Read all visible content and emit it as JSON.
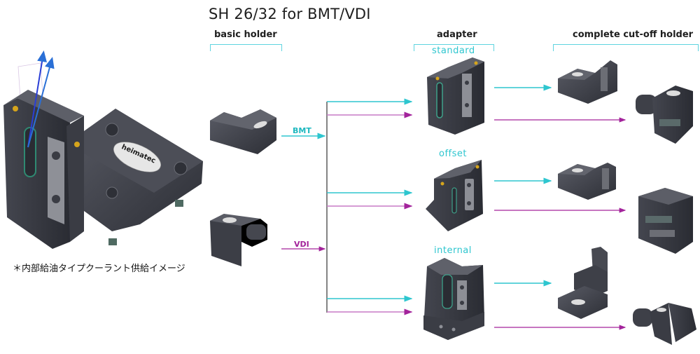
{
  "title": "SH 26/32 for BMT/VDI",
  "columns": {
    "basic_holder": "basic holder",
    "adapter": "adapter",
    "complete": "complete cut-off holder"
  },
  "adapter_types": [
    "standard",
    "offset",
    "internal"
  ],
  "interfaces": {
    "bmt": "BMT",
    "vdi": "VDI"
  },
  "note": "＊内部給油タイプクーラント供給イメージ",
  "brand_logo": "heimatec",
  "colors": {
    "bmt": "#2ec6cf",
    "vdi": "#a3239b",
    "bracket": "#5fd4e0",
    "part": "#3b3d45",
    "coolant_arrow": "#2a6fd6"
  },
  "parts": {
    "main_illustration": "coolant-holder-illustration",
    "basic_bmt": "bmt-basic-holder",
    "basic_vdi": "vdi-basic-holder",
    "adapter_standard": "standard-adapter",
    "adapter_offset": "offset-adapter",
    "adapter_internal": "internal-adapter",
    "complete_standard_bmt": "standard-bmt-complete",
    "complete_standard_vdi": "standard-vdi-complete",
    "complete_offset_bmt": "offset-bmt-complete",
    "complete_offset_vdi": "offset-vdi-complete",
    "complete_internal_bmt": "internal-bmt-complete",
    "complete_internal_vdi": "internal-vdi-complete"
  }
}
